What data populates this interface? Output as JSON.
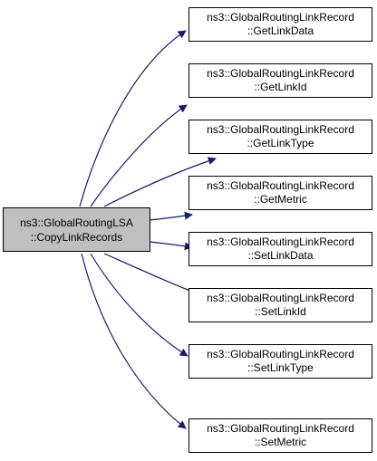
{
  "graph": {
    "edge_color": "#191970",
    "source": {
      "line1": "ns3::GlobalRoutingLSA",
      "line2": "::CopyLinkRecords",
      "fill": "#bfbfbf"
    },
    "targets": [
      {
        "line1": "ns3::GlobalRoutingLinkRecord",
        "line2": "::GetLinkData"
      },
      {
        "line1": "ns3::GlobalRoutingLinkRecord",
        "line2": "::GetLinkId"
      },
      {
        "line1": "ns3::GlobalRoutingLinkRecord",
        "line2": "::GetLinkType"
      },
      {
        "line1": "ns3::GlobalRoutingLinkRecord",
        "line2": "::GetMetric"
      },
      {
        "line1": "ns3::GlobalRoutingLinkRecord",
        "line2": "::SetLinkData"
      },
      {
        "line1": "ns3::GlobalRoutingLinkRecord",
        "line2": "::SetLinkId"
      },
      {
        "line1": "ns3::GlobalRoutingLinkRecord",
        "line2": "::SetLinkType"
      },
      {
        "line1": "ns3::GlobalRoutingLinkRecord",
        "line2": "::SetMetric"
      }
    ],
    "target_fill": "#ffffff"
  }
}
